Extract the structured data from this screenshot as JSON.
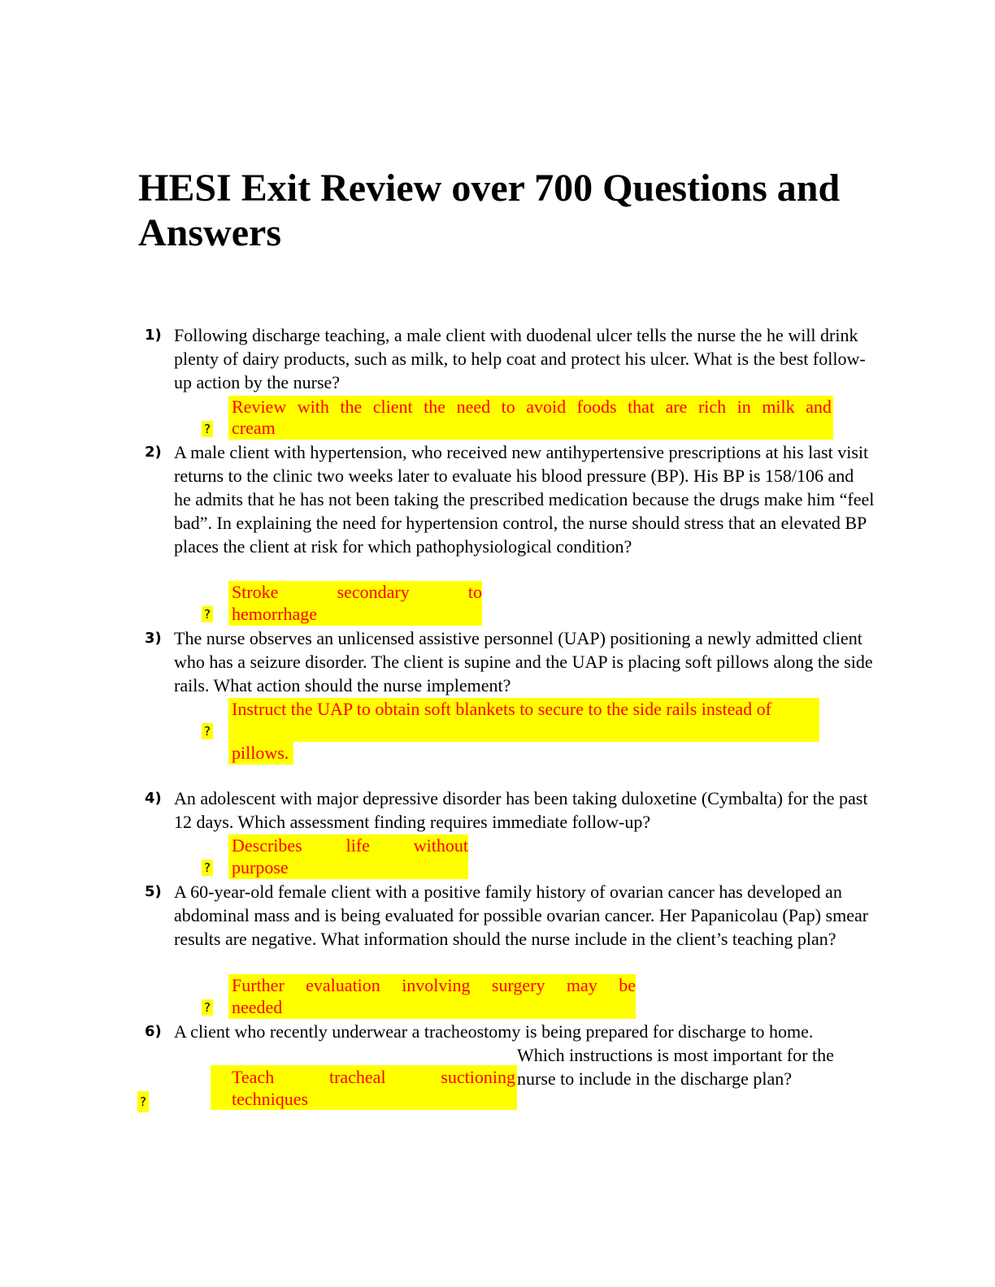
{
  "title": "HESI Exit Review over 700 Questions and Answers",
  "bullet_glyph": "?",
  "questions": [
    {
      "num": "1)",
      "text": "Following discharge teaching, a male client with duodenal ulcer tells the nurse the he will drink plenty of dairy products, such as milk, to help coat and protect his ulcer. What is the best follow-up action by the nurse?",
      "answer_line1": "Review with the client the need to avoid foods that are rich in milk and",
      "answer_line2": "cream"
    },
    {
      "num": "2)",
      "text": "A male client with hypertension, who received new antihypertensive prescriptions at his last visit returns to the clinic two weeks later to evaluate his blood pressure (BP). His BP is 158/106 and he admits that he has not been taking the prescribed medication because the drugs make him “feel bad”. In explaining the need for hypertension control, the nurse should stress that an elevated BP places the client at risk for which pathophysiological condition?",
      "answer_line1": "Stroke secondary to",
      "answer_line2": "hemorrhage"
    },
    {
      "num": "3)",
      "text": "The nurse observes an unlicensed assistive personnel (UAP) positioning a newly admitted client who has a seizure disorder. The client is supine and the UAP is placing soft pillows along the side rails. What action should the nurse implement?",
      "answer_line1": "Instruct the UAP to obtain soft blankets to secure to the side rails instead of",
      "answer_line2": "pillows."
    },
    {
      "num": "4)",
      "text": "An adolescent with major depressive disorder has been taking duloxetine (Cymbalta) for the past 12 days. Which assessment finding requires immediate follow-up?",
      "answer_line1": "Describes life without",
      "answer_line2": "purpose"
    },
    {
      "num": "5)",
      "text": "A 60-year-old female client with a positive family history of ovarian cancer has developed an abdominal mass and is being evaluated for possible ovarian cancer. Her Papanicolau (Pap) smear results are negative. What information should the nurse include in the client’s teaching plan?",
      "answer_line1": "Further evaluation involving surgery may be",
      "answer_line2": "needed"
    },
    {
      "num": "6)",
      "text_line1": "A client who recently underwear a tracheostomy is being prepared for discharge to home.",
      "text_line2": "Which instructions is most important for the",
      "text_line3": "nurse to include in the discharge plan?",
      "answer_line1": "Teach tracheal suctioning",
      "answer_line2": "techniques"
    }
  ]
}
